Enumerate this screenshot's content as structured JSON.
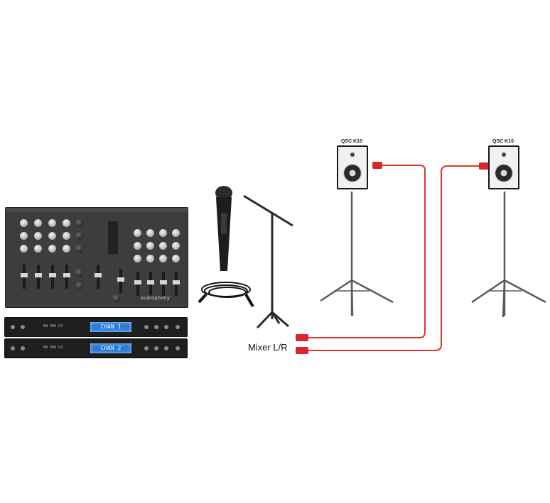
{
  "speakers": [
    {
      "label": "QSC K10"
    },
    {
      "label": "QSC K10"
    }
  ],
  "mixer_label": "Mixer L/R",
  "mixer_brand": "audiophony",
  "receivers": [
    {
      "display": "CHAN 1"
    },
    {
      "display": "CHAN 2"
    }
  ],
  "colors": {
    "cable": "#e0372b",
    "connector": "#d8262a",
    "lcd": "#2c7bd6",
    "mixer_body": "#3c3d3f"
  },
  "icons": [
    "mixer",
    "wireless-receiver",
    "microphone",
    "xlr-cable",
    "microphone-stand",
    "pa-speaker",
    "speaker-tripod-stand",
    "xlr-connector"
  ]
}
